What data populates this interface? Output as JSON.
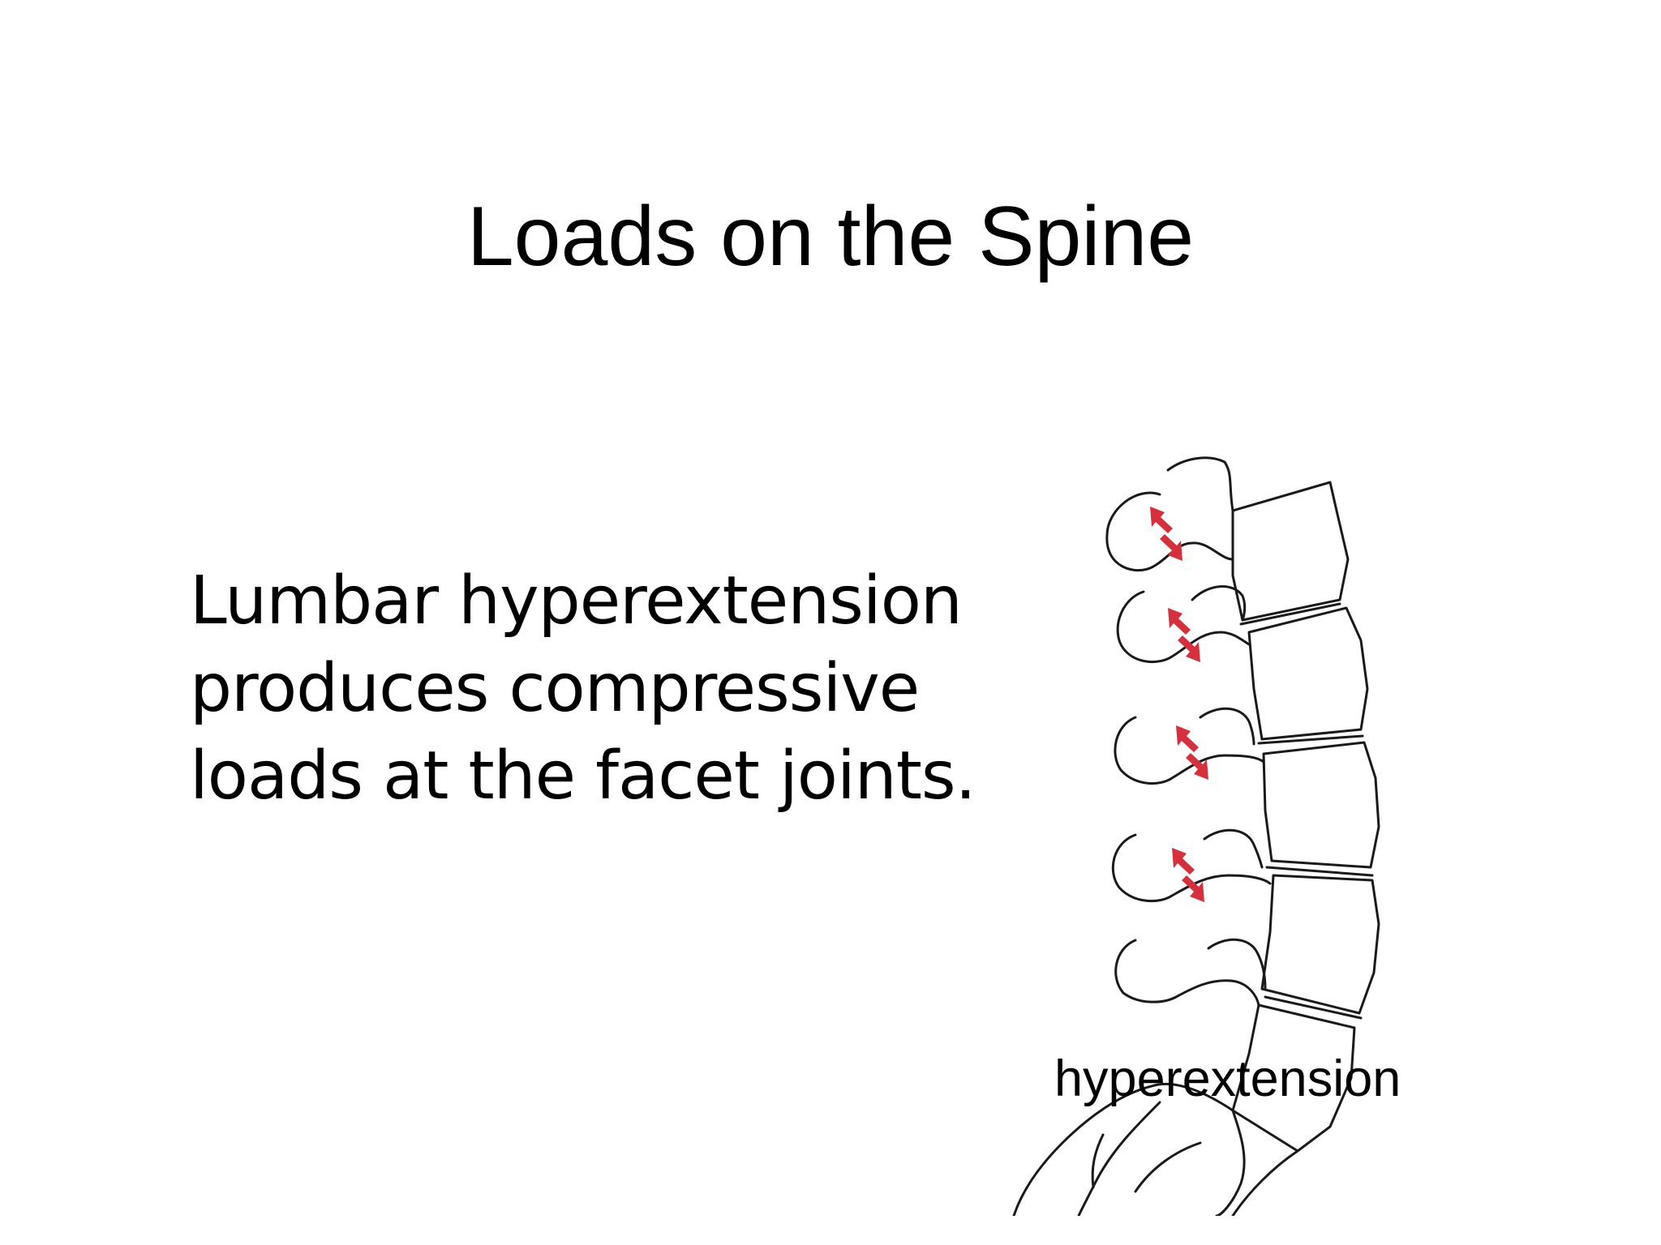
{
  "slide": {
    "title": "Loads on the Spine",
    "body_lines": [
      "Lumbar hyperextension",
      "produces compressive",
      "loads at the facet joints."
    ],
    "figure": {
      "caption": "hyperextension",
      "icon": "lumbar-spine-illustration",
      "arrow_color": "#d6303c",
      "line_color": "#1a1a1a"
    }
  }
}
